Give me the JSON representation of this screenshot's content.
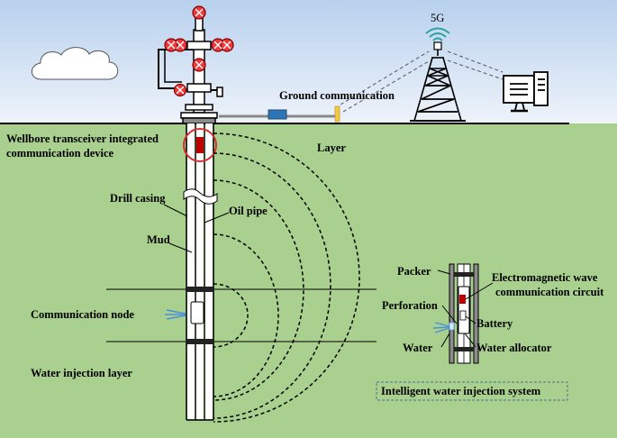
{
  "labels": {
    "ground_communication": "Ground communication",
    "fiveg": "5G",
    "layer": "Layer",
    "wellbore_line1": "Wellbore transceiver integrated",
    "wellbore_line2": "communication device",
    "drill_casing": "Drill casing",
    "oil_pipe": "Oil pipe",
    "mud": "Mud",
    "communication_node": "Communication node",
    "water_injection_layer": "Water injection layer",
    "packer": "Packer",
    "em_line1": "Electromagnetic wave",
    "em_line2": "communication circuit",
    "perforation": "Perforation",
    "battery": "Battery",
    "water": "Water",
    "water_allocator": "Water allocator",
    "system_title": "Intelligent water injection system"
  },
  "colors": {
    "sky_top": "#b8d1ee",
    "sky_bottom": "#eef3fa",
    "ground": "#a9d08e",
    "valve_red": "#e8393c",
    "device_red": "#c00000",
    "highlight_circle": "#d62f2f",
    "transmitter_blue": "#2e75b6",
    "dashed_box": "#4a6f96"
  },
  "icons": [
    "cloud-icon",
    "wellhead-icon",
    "cell-tower-icon",
    "signal-5g-icon",
    "computer-icon"
  ]
}
